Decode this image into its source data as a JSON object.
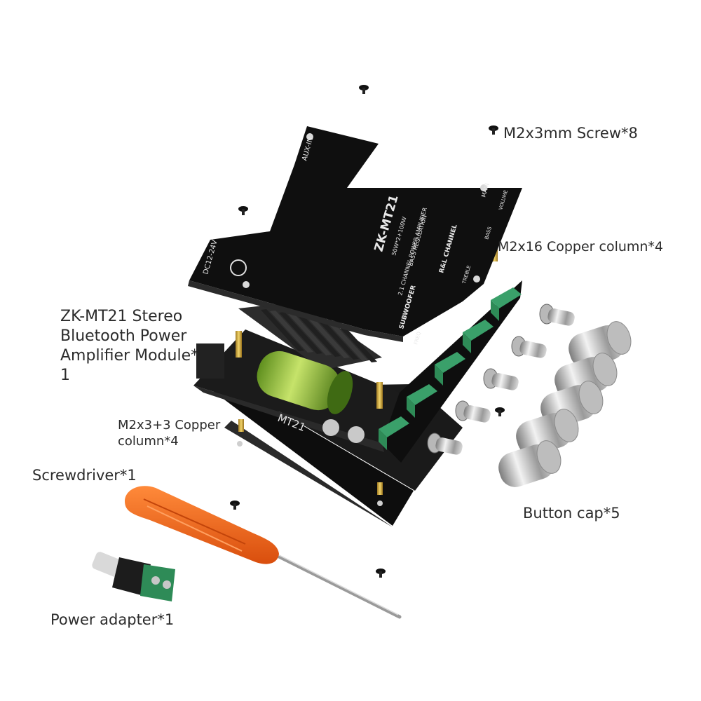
{
  "labels": {
    "module": "ZK-MT21 Stereo Bluetooth Power Amplifier Module* 1",
    "screw": "M2x3mm Screw*8",
    "copper_column_16": "M2x16 Copper column*4",
    "copper_column_3_line1": "M2x3+3 Copper",
    "copper_column_3_line2": "column*4",
    "screwdriver": "Screwdriver*1",
    "button_cap": "Button cap*5",
    "power_adapter": "Power adapter*1"
  },
  "board_markings": {
    "model": "ZK-MT21",
    "spec": "50W*2+100W",
    "bass_regulation": "BASS REGULATION",
    "channel_amp": "2.1 CHANNEL POWER AMPLIFIER",
    "aux": "AUX-IN",
    "dc": "DC12-24V",
    "rl_channel": "R&L CHANNEL",
    "subwoofer": "SUBWOOFER",
    "main": "MAIN",
    "treble": "TREBLE",
    "bass": "BASS",
    "volume": "VOLUME",
    "freq": "FREQ",
    "side_model": "MT21"
  },
  "colors": {
    "pcb": "#111111",
    "connector_green": "#2e8b57",
    "screwdriver_orange": "#f26a1b",
    "capacitor_green": "#8fbf3a"
  }
}
